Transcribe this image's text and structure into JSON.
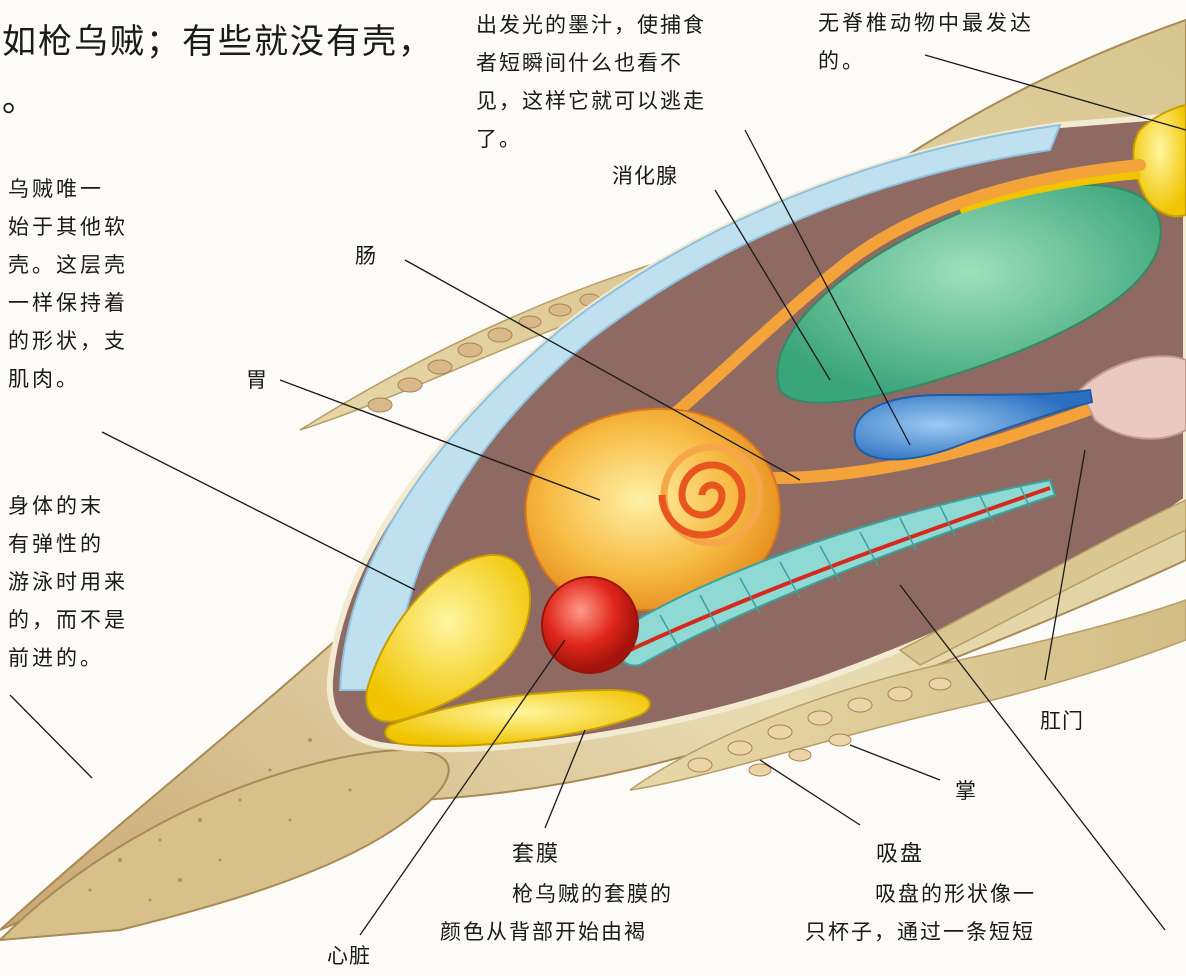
{
  "intro": {
    "line1": "如枪乌贼；有些就没有壳，",
    "line2": "。"
  },
  "shell_note": [
    "乌贼唯一",
    "始于其他软",
    "壳。这层壳",
    "一样保持着",
    "的形状，支",
    "肌肉。"
  ],
  "fin_note": [
    "身体的末",
    "有弹性的",
    "游泳时用来",
    "的，而不是",
    "前进的。"
  ],
  "ink_note": [
    "出发光的墨汁，使捕食",
    "者短瞬间什么也看不",
    "见，这样它就可以逃走",
    "了。"
  ],
  "brain_note": [
    "无脊椎动物中最发达",
    "的。"
  ],
  "labels": {
    "digestive_gland": "消化腺",
    "intestine": "肠",
    "stomach": "胃",
    "anus": "肛门",
    "palm": "掌",
    "heart": "心脏"
  },
  "mantle": {
    "title": "套膜",
    "text": [
      "枪乌贼的套膜的",
      "颜色从背部开始由褐"
    ]
  },
  "sucker": {
    "title": "吸盘",
    "text": [
      "吸盘的形状像一",
      "只杯子，通过一条短短"
    ]
  },
  "colors": {
    "background": "#fdfbf7",
    "body_skin": "#e6d6a4",
    "mantle_blue": "#bfe0ef",
    "digestive_gland": "#5cc59a",
    "ink_sac": "#3f8ed8",
    "stomach": "#f5b33a",
    "heart": "#e02a1e",
    "gills": "#8fd9d4",
    "brain": "#f6d21c"
  }
}
